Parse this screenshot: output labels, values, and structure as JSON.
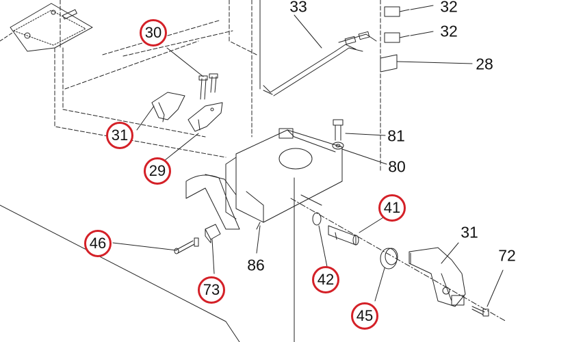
{
  "parts": {
    "p28": "28",
    "p29": "29",
    "p30": "30",
    "p31a": "31",
    "p31b": "31",
    "p32a": "32",
    "p32b": "32",
    "p33": "33",
    "p41": "41",
    "p42": "42",
    "p45": "45",
    "p46": "46",
    "p72": "72",
    "p73": "73",
    "p80": "80",
    "p81": "81",
    "p86": "86"
  },
  "colors": {
    "callout_ring": "#d42027",
    "line": "#222222"
  }
}
